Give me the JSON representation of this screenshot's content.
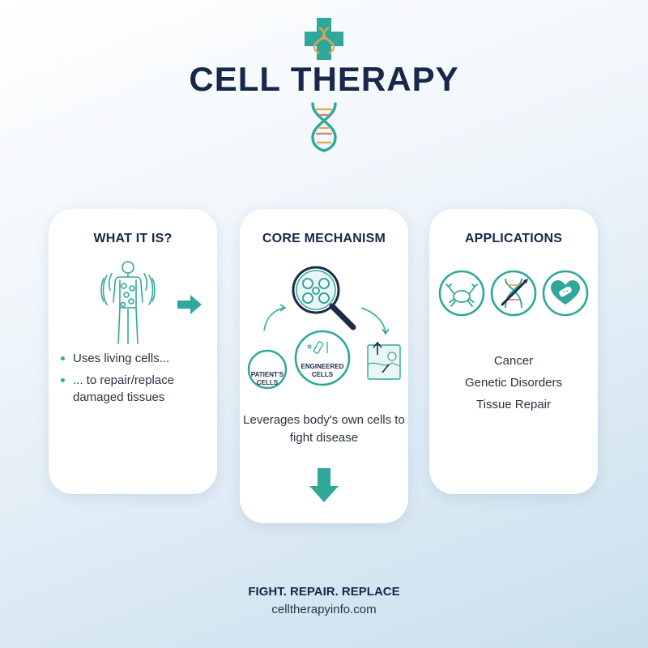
{
  "header": {
    "title": "CELL THERAPY",
    "icons": [
      "medical-cross-icon",
      "dna-icon"
    ]
  },
  "colors": {
    "accent": "#2fa89b",
    "title": "#17284a",
    "background_start": "#ffffff",
    "background_end": "#c9dfee"
  },
  "cards": {
    "what": {
      "title": "WHAT IT IS?",
      "icon": "human-body-icon",
      "bullets": [
        "Uses living cells...",
        "... to repair/replace damaged tissues"
      ]
    },
    "mechanism": {
      "title": "CORE MECHANISM",
      "icons": [
        "magnifier-cells-icon",
        "tissue-repair-icon"
      ],
      "patient_label": "PATIENT'S CELLS",
      "engineered_label": "ENGINEERED CELLS",
      "description": "Leverages body's own cells to fight disease"
    },
    "applications": {
      "title": "APPLICATIONS",
      "icons": [
        "crab-icon",
        "dna-tool-icon",
        "heart-bandage-icon"
      ],
      "items": [
        "Cancer",
        "Genetic Disorders",
        "Tissue Repair"
      ]
    }
  },
  "footer": {
    "tagline": "FIGHT. REPAIR. REPLACE",
    "website": "celltherapyinfo.com"
  }
}
